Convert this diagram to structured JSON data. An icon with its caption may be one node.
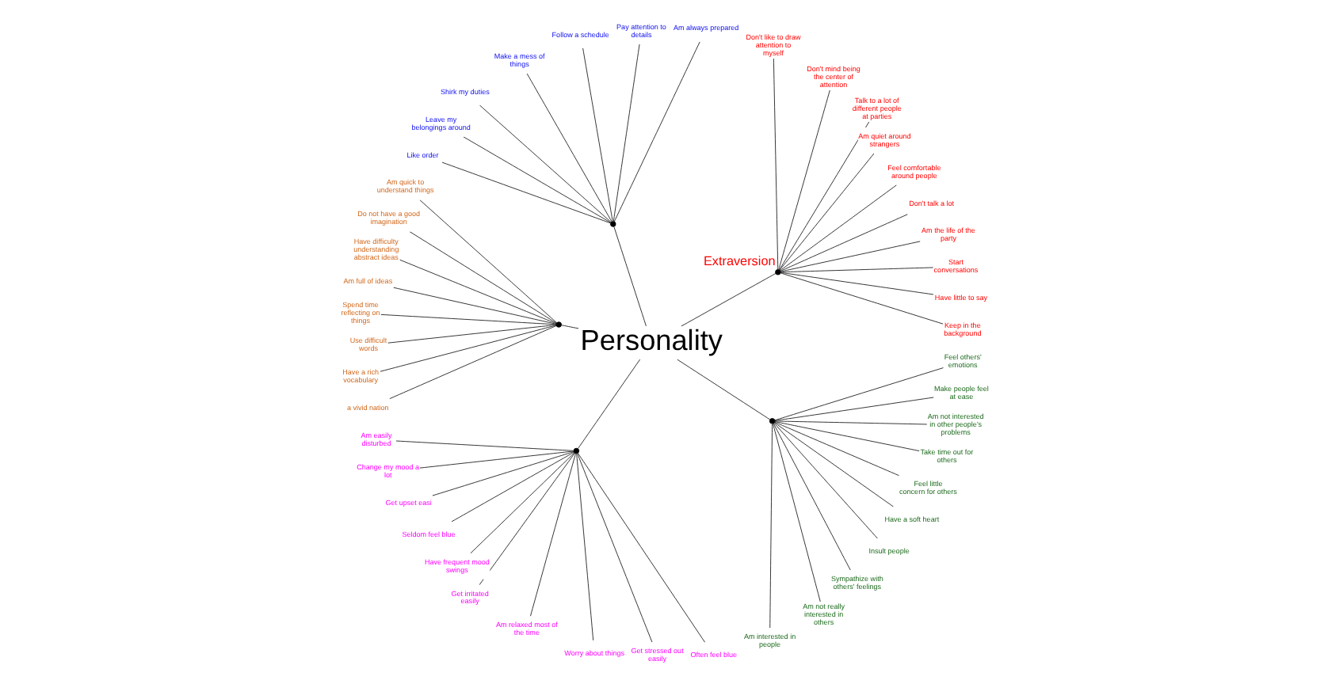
{
  "diagram": {
    "nodes": [
      {
        "text": [
          "Personality"
        ]
      },
      {
        "text": [],
        "shape": "circle",
        "beside": [
          "Extraversion"
        ]
      },
      {
        "text": [
          "Keep in the background"
        ]
      },
      {
        "text": [
          "Have little to say"
        ]
      },
      {
        "text": [
          "Start conversations"
        ]
      },
      {
        "text": [
          "Am the life of the party"
        ]
      },
      {
        "text": [
          "Don't talk a lot"
        ]
      },
      {
        "text": [
          "Feel comfortable around people"
        ]
      },
      {
        "text": [
          "Am quiet around strangers"
        ]
      },
      {
        "text": [
          "Talk to a lot of different people at parties"
        ]
      },
      {
        "text": [
          "Don't mind being the center of attention"
        ]
      },
      {
        "text": [
          "Don't like to draw attention to myself"
        ]
      },
      {
        "text": [],
        "shape": "circle"
      },
      {
        "text": [
          "Am always prepared"
        ]
      },
      {
        "text": [
          "Pay attention to details"
        ]
      },
      {
        "text": [
          "Follow a schedule"
        ]
      },
      {
        "text": [
          "Make a mess of things"
        ]
      },
      {
        "text": [
          "Shirk my duties"
        ]
      },
      {
        "text": [
          "Leave my belongings around"
        ]
      },
      {
        "text": [
          "Like order"
        ]
      },
      {
        "text": [],
        "shape": "circle"
      },
      {
        "text": [
          "Am quick to understand things"
        ]
      },
      {
        "text": [
          "Do not have a good imagination"
        ]
      },
      {
        "text": [
          "Have difficulty understanding abstract ideas"
        ]
      },
      {
        "text": [
          "Am full of ideas"
        ]
      },
      {
        "text": [
          "Spend time reflecting on things"
        ]
      },
      {
        "text": [
          "Use difficult words"
        ]
      },
      {
        "text": [
          "Have a rich vocabulary"
        ]
      },
      {
        "text": [
          "a vivid nation"
        ]
      },
      {
        "text": [],
        "shape": "circle"
      },
      {
        "text": [
          "Am easily disturbed"
        ]
      },
      {
        "text": [
          "Change my mood a lot"
        ]
      },
      {
        "text": [
          "Get upset easi"
        ]
      },
      {
        "text": [
          "Seldom feel blue"
        ]
      },
      {
        "text": [
          "Have frequent mood swings"
        ]
      },
      {
        "text": [
          "Get irritated easily"
        ]
      },
      {
        "text": [
          "Am relaxed most of the time"
        ]
      },
      {
        "text": [
          "Worry about things"
        ]
      },
      {
        "text": [
          "Get stressed out easily"
        ]
      },
      {
        "text": [
          "Often feel blue"
        ]
      },
      {
        "text": [],
        "shape": "circle"
      },
      {
        "text": [
          "Am interested in people"
        ]
      },
      {
        "text": [
          "Am not really interested in others"
        ]
      },
      {
        "text": [
          "Sympathize with others' feelings"
        ]
      },
      {
        "text": [
          "Insult people"
        ]
      },
      {
        "text": [
          "Have a soft heart"
        ]
      },
      {
        "text": [
          "Feel little concern for others"
        ]
      },
      {
        "text": [
          "Take time out for others"
        ]
      },
      {
        "text": [
          "Am not interested in other people's problems"
        ]
      },
      {
        "text": [
          "Make people feel at ease"
        ]
      },
      {
        "text": [
          "Feel others' emotions"
        ]
      }
    ],
    "edges": [
      {
        "from": 0,
        "to": 1,
        "arrow": "none"
      },
      {
        "from": 0,
        "to": 12,
        "arrow": "none"
      },
      {
        "from": 0,
        "to": 20,
        "arrow": "none"
      },
      {
        "from": 0,
        "to": 29,
        "arrow": "none"
      },
      {
        "from": 0,
        "to": 40,
        "arrow": "none"
      },
      {
        "from": 1,
        "to": 2,
        "arrow": "none"
      },
      {
        "from": 1,
        "to": 3,
        "arrow": "none"
      },
      {
        "from": 1,
        "to": 4,
        "arrow": "none"
      },
      {
        "from": 1,
        "to": 5,
        "arrow": "none"
      },
      {
        "from": 1,
        "to": 6,
        "arrow": "none"
      },
      {
        "from": 1,
        "to": 7,
        "arrow": "none"
      },
      {
        "from": 1,
        "to": 8,
        "arrow": "none"
      },
      {
        "from": 1,
        "to": 9,
        "arrow": "none"
      },
      {
        "from": 1,
        "to": 10,
        "arrow": "none"
      },
      {
        "from": 1,
        "to": 11,
        "arrow": "none"
      },
      {
        "from": 12,
        "to": 13,
        "arrow": "none"
      },
      {
        "from": 12,
        "to": 14,
        "arrow": "none"
      },
      {
        "from": 12,
        "to": 15,
        "arrow": "none"
      },
      {
        "from": 12,
        "to": 16,
        "arrow": "none"
      },
      {
        "from": 12,
        "to": 17,
        "arrow": "none"
      },
      {
        "from": 12,
        "to": 18,
        "arrow": "none"
      },
      {
        "from": 12,
        "to": 19,
        "arrow": "none"
      },
      {
        "from": 20,
        "to": 21,
        "arrow": "none"
      },
      {
        "from": 20,
        "to": 22,
        "arrow": "none"
      },
      {
        "from": 20,
        "to": 23,
        "arrow": "none"
      },
      {
        "from": 20,
        "to": 24,
        "arrow": "none"
      },
      {
        "from": 20,
        "to": 25,
        "arrow": "none"
      },
      {
        "from": 20,
        "to": 26,
        "arrow": "none"
      },
      {
        "from": 20,
        "to": 27,
        "arrow": "none"
      },
      {
        "from": 20,
        "to": 28,
        "arrow": "none"
      },
      {
        "from": 29,
        "to": 30,
        "arrow": "none"
      },
      {
        "from": 29,
        "to": 31,
        "arrow": "none"
      },
      {
        "from": 29,
        "to": 32,
        "arrow": "none"
      },
      {
        "from": 29,
        "to": 33,
        "arrow": "none"
      },
      {
        "from": 29,
        "to": 34,
        "arrow": "none"
      },
      {
        "from": 29,
        "to": 35,
        "arrow": "none"
      },
      {
        "from": 29,
        "to": 36,
        "arrow": "none"
      },
      {
        "from": 29,
        "to": 37,
        "arrow": "none"
      },
      {
        "from": 29,
        "to": 38,
        "arrow": "none"
      },
      {
        "from": 29,
        "to": 39,
        "arrow": "none"
      },
      {
        "from": 40,
        "to": 41,
        "arrow": "none"
      },
      {
        "from": 40,
        "to": 42,
        "arrow": "none"
      },
      {
        "from": 40,
        "to": 43,
        "arrow": "none"
      },
      {
        "from": 40,
        "to": 44,
        "arrow": "none"
      },
      {
        "from": 40,
        "to": 45,
        "arrow": "none"
      },
      {
        "from": 40,
        "to": 46,
        "arrow": "none"
      },
      {
        "from": 40,
        "to": 47,
        "arrow": "none"
      },
      {
        "from": 40,
        "to": 48,
        "arrow": "none"
      },
      {
        "from": 40,
        "to": 49,
        "arrow": "none"
      },
      {
        "from": 40,
        "to": 50,
        "arrow": "none"
      }
    ]
  }
}
